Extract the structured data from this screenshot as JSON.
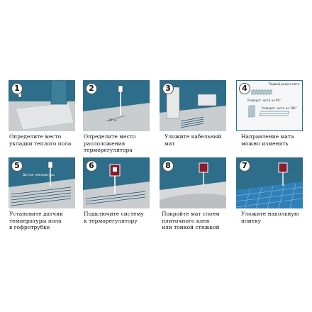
{
  "steps": [
    {
      "number": "1",
      "caption_lines": [
        "Определите место",
        "укладки теплого пола"
      ]
    },
    {
      "number": "2",
      "caption_lines": [
        "Определите место",
        "расположения",
        "терморегулятора"
      ],
      "dimension_label": "30 см"
    },
    {
      "number": "3",
      "caption_lines": [
        "Уложите кабельный",
        "мат"
      ]
    },
    {
      "number": "4",
      "caption_lines": [
        "Направление мата",
        "можно изменять"
      ],
      "overlay_labels": [
        "Первый разрез мата",
        "Разворот части на 90°",
        "Разворот части на 180°"
      ]
    },
    {
      "number": "5",
      "caption_lines": [
        "Установите датчик",
        "температуры пола",
        "в гофротрубке"
      ],
      "overlay_labels": [
        "Датчик температуры"
      ]
    },
    {
      "number": "6",
      "caption_lines": [
        "Подключите систему",
        "к терморегулятору"
      ]
    },
    {
      "number": "8",
      "caption_lines": [
        "Покройте мат слоем",
        "плиточного клея",
        "или тонкой стяжкой"
      ]
    },
    {
      "number": "7",
      "caption_lines": [
        "Уложите напольную",
        "плитку"
      ]
    }
  ],
  "colors": {
    "wall": "#2e6e8a",
    "floor": "#cfd2d4",
    "cable": "#1e4f6b",
    "thermostat": "#8b1c2c",
    "tile": "#2f7fb8"
  }
}
